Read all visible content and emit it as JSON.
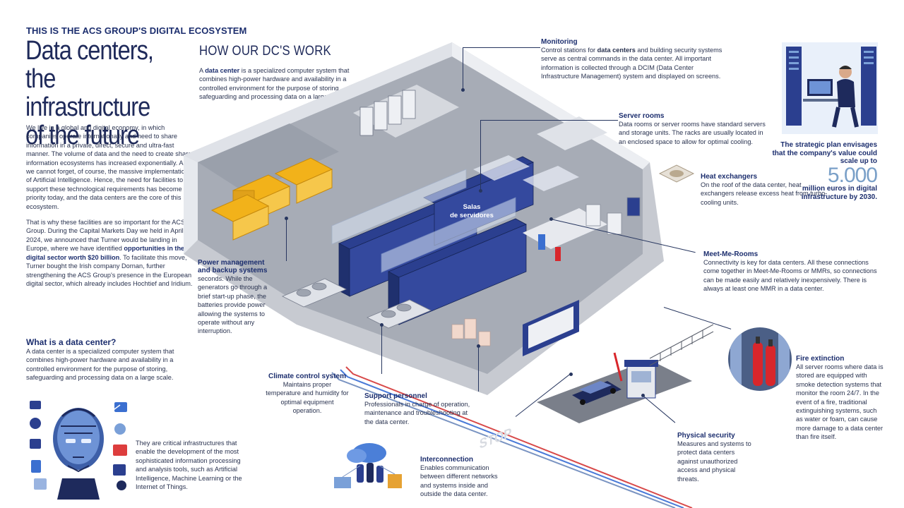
{
  "kicker": "THIS IS THE ACS GROUP'S DIGITAL ECOSYSTEM",
  "headline": "Data centers, the infrastructure of the future",
  "intro": {
    "p1": "We live in a global and digital economy, in which companies operate internationally and need to share information in a private, direct, secure and ultra-fast manner. The volume of data and the need to create shared information ecosystems has increased exponentially. And we cannot forget, of course, the massive implementation of Artificial Intelligence. Hence, the need for facilities to support these technological requirements has become a priority today, and the data centers are the core of this ecosystem.",
    "p2_start": "That is why these facilities are so important for the ACS Group. During the Capital Markets Day we held in April 2024, we announced that Turner would be landing in Europe, where we have identified ",
    "p2_bold": "opportunities in the digital sector worth $20 billion",
    "p2_end": ". To facilitate this move, Turner bought the Irish company Dornan, further strengthening the ACS Group's presence in the European digital sector, which already includes Hochtief and Iridium."
  },
  "what": {
    "title": "What is a data center?",
    "text": "A data center is a specialized computer system that combines high-power hardware and availability in a controlled environment for the purpose of storing, safeguarding and processing data on a large scale."
  },
  "critical": "They are critical infrastructures that enable the development of the most sophisticated information processing and analysis tools, such as Artificial Intelligence, Machine Learning or the Internet of Things.",
  "how": {
    "title": "HOW OUR DC'S WORK",
    "text_pre": "A ",
    "text_bold": "data center",
    "text_post": " is a specialized computer system that combines high-power hardware and availability in a controlled environment for the purpose of storing, safeguarding and processing data on a large scale."
  },
  "monitoring": {
    "title": "Monitoring",
    "text_pre": "Control stations for ",
    "text_bold": "data centers",
    "text_post": " and building security systems serve as central commands in the data center. All important information is collected through a DCIM (Data Center Infrastructure Management) system and displayed on screens."
  },
  "server_rooms": {
    "title": "Server rooms",
    "text": "Data rooms or server rooms have standard servers and storage units. The racks are usually located in an enclosed space to allow for optimal cooling."
  },
  "heat": {
    "title": "Heat exchangers",
    "text": "On the roof of the data center, heat exchangers release excess heat from turbo-cooling units."
  },
  "meet": {
    "title": "Meet-Me-Rooms",
    "text": "Connectivity is key for data centers. All these connections come together in Meet-Me-Rooms or MMRs, so connections can be made easily and relatively inexpensively. There is always at least one MMR in a data center."
  },
  "fire": {
    "title": "Fire extinction",
    "text": "All server rooms where data is stored are equipped with smoke detection systems that monitor the room 24/7. In the event of a fire, traditional extinguishing systems, such as water or foam, can cause more damage to a data center than fire itself."
  },
  "physical": {
    "title": "Physical security",
    "text": "Measures and systems to protect data centers against unauthorized access and physical threats."
  },
  "interconnection": {
    "title": "Interconnection",
    "text": "Enables communication between different networks and systems inside and outside the data center."
  },
  "support": {
    "title": "Support personnel",
    "text": "Professionals in charge of operation, maintenance and troubleshooting at the data center."
  },
  "climate": {
    "title": "Climate control system",
    "text": "Maintains proper temperature and humidity for optimal equipment operation."
  },
  "power": {
    "title": "Power management and backup systems",
    "text": "seconds. While the generators go through a brief start-up phase, the batteries provide power allowing the systems to operate without any interruption."
  },
  "salas": {
    "line1": "Salas",
    "line2": "de servidores"
  },
  "stop_sign": "STOP",
  "stat": {
    "pre": "The strategic plan envisages that the company's value could scale up to",
    "number": "5.000",
    "post": "million euros in digital infrastructure by 2030."
  },
  "colors": {
    "navy": "#1c2e6e",
    "server_blue": "#2b3f8f",
    "floor_gray": "#b9bcc4",
    "wall_white": "#eef0f4",
    "generator_yellow": "#f2b21a",
    "fire_red": "#d8262b"
  }
}
